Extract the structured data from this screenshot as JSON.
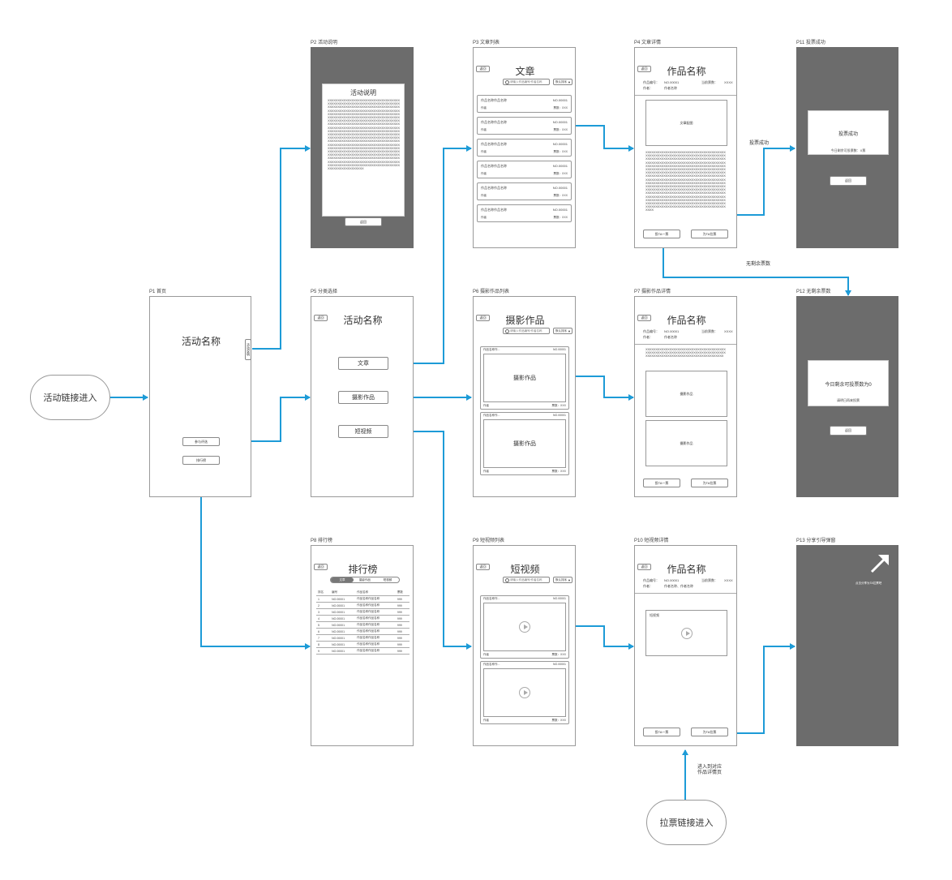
{
  "entry": {
    "activity_link": "活动链接进入",
    "vote_link": "拉票链接进入"
  },
  "connector_labels": {
    "vote_success": "投票成功",
    "no_votes": "无剩余票数",
    "enter_detail": "进入到对应\n作品详情页"
  },
  "p1": {
    "title": "P1 首页",
    "activity_name": "活动名称",
    "side_tab": "活动说明",
    "join_button": "参与评选",
    "rank_button": "排行榜"
  },
  "p2": {
    "title": "P2 活动说明",
    "heading": "活动说明",
    "body": "XXXXXXXXXXXXXXXXXXXXXXXXXXXXXXXXXXXXXXXXXXXXXXXXXXXXXXXXXXXXXXXXXXXXXXXXXXXXXXXXXXXXXXXXXXXXXXXXXXXXXXXXXXXXXXXXXXXXXXXXXXXXXXXXXXXXXXXXXXXXXXXXXXXXXXXXXXXXXXXXXXXXXXXXXXXXXXXXXXXXXXXXXXXXXXXXXXXXXXXXXXXXXXXXXXXXXXXXXXXXXXXXXXXXXXXXXXXXXXXXXXXXXXXXXXXXXXXXXXXXXXXXXXXXXXXXXXXXXXXXXXXXXXXXXXXXXXXXXXXXXXXXXXXXXXXXXXXXXXXXXXXXXXXXXXXXXXXXXXXXXXXXXXXXXXXXXXXXXXXXXXXXXXXXXXXXXXXXXXXXXXXXXXXXXXXXXXXXXXXXXXXXXXXXXXXXXXXXXXXXXXXXXXXXXXXXXXXXXXXXXXXXXXXXXXXXXXXXXXXXXXXXXXXXXXXXXXXXXXXXXXXXXXXXXXXXXXXXXXXXXXXXXXXXXXXXXXXXXXXXXXXXXXXXXXXXXXXXXXXXXXXXXXXXXXXXXXXXXXXXXXXXXXXXXXXXXXXXXXXXXXXXXXXXXXXXXXXXXXXXXXXXXXXXXXXXXXXXXXXXXXXXXXXXXXXXXXXXXXXXXXXXXXXXXXXXXXXXXXXXXXXXXXXXXXXXXXXXXXXXXXXXXXXXXXXXXXXXXXXXXXXXXXXXXXXXXXXXXXXXXXXXXXXXXXXXXXXXXX",
    "back": "返回"
  },
  "p3": {
    "title": "P3 文章列表",
    "back": "返回",
    "heading": "文章",
    "search_placeholder": "请输入作品编号/作者名称",
    "sort": "默认排序",
    "items": [
      {
        "name": "作品名称作品名称",
        "no": "NO.00001",
        "author": "作者",
        "votes": "票数：XXX"
      },
      {
        "name": "作品名称作品名称",
        "no": "NO.00001",
        "author": "作者",
        "votes": "票数：XXX"
      },
      {
        "name": "作品名称作品名称",
        "no": "NO.00001",
        "author": "作者",
        "votes": "票数：XXX"
      },
      {
        "name": "作品名称作品名称",
        "no": "NO.00001",
        "author": "作者",
        "votes": "票数：XXX"
      },
      {
        "name": "作品名称作品名称",
        "no": "NO.00001",
        "author": "作者",
        "votes": "票数：XXX"
      },
      {
        "name": "作品名称作品名称",
        "no": "NO.00001",
        "author": "作者",
        "votes": "票数：XXX"
      }
    ]
  },
  "p4": {
    "title": "P4 文章详情",
    "back": "返回",
    "heading": "作品名称",
    "no_label": "作品编号：",
    "no": "NO.00001",
    "author_label": "作者：",
    "author": "作者名称",
    "votes_label": "当前票数：",
    "votes": "XXXX",
    "image": "文章配图",
    "body": "XXXXXXXXXXXXXXXXXXXXXXXXXXXXXXXXXXXXXXXXXXXXXXXXXXXXXXXXXXXXXXXXXXXXXXXXXXXXXXXXXXXXXXXXXXXXXXXXXXXXXXXXXXXXXXXXXXXXXXXXXXXXXXXXXXXXXXXXXXXXXXXXXXXXXXXXXXXXXXXXXXXXXXXXXXXXXXXXXXXXXXXXXXXXXXXXXXXXXXXXXXXXXXXXXXXXXXXXXXXXXXXXXXXXXXXXXXXXXXXXXXXXXXXXXXXXXXXXXXXXXXXXXXXXXXXXXXXXXXXXXXXXXXXXXXXXXXXXXXXXXXXXXXXXXXXXXXXXXXXXXXXXXXXXXXXXXXXXXXXXXXXXXXXXXXXXXXXXXXXXXXXXXXXXXXXXXXXXXXXXXXXXXXXXXXXXXXXXXXXXXXXXXXXXXXXXXXXXXXXXXXXXXXXXXXXXXXXXXXXXXXXXXXXXXXXXXXXXXXXXXXXXXXXXXXXXXXXXXXXXXXXXXXXXXXXXXXXXXXXXXXXXXXXXXXXXXXXXXXXXXXXXXXXXXXXXXXXXXXXXXXXXXXXXXXXXXXXXXXXXXXXXXXXXXXXXXXXXXXXXXXXXXXXXXXXXXXXXXXXXXXXXXXXXXXXXXXXXXXXXXXXXXXXXXXXXXXXXXXXXXXXXXXXXXXXXXXXXXXXXXXXXXXXXXXXXXXXXXXXXXXXX",
    "vote_button": "投TA一票",
    "canvass_button": "为TA拉票"
  },
  "p5": {
    "title": "P5 分类选择",
    "back": "返回",
    "heading": "活动名称",
    "cat_article": "文章",
    "cat_photo": "摄影作品",
    "cat_video": "短视频"
  },
  "p6": {
    "title": "P6 摄影作品列表",
    "back": "返回",
    "heading": "摄影作品",
    "search_placeholder": "请输入作品编号/作者名称",
    "sort": "默认排序",
    "items": [
      {
        "name": "作品名称作...",
        "no": "NO.00001",
        "image": "摄影作品",
        "author": "作者",
        "votes": "票数：XXX"
      },
      {
        "name": "作品名称作...",
        "no": "NO.00001",
        "image": "摄影作品",
        "author": "作者",
        "votes": "票数：XXX"
      }
    ]
  },
  "p7": {
    "title": "P7 摄影作品详情",
    "back": "返回",
    "heading": "作品名称",
    "no_label": "作品编号：",
    "no": "NO.00001",
    "author_label": "作者：",
    "author": "作者名称",
    "votes_label": "当前票数：",
    "votes": "XXXX",
    "body": "XXXXXXXXXXXXXXXXXXXXXXXXXXXXXXXXXXXXXXXXXXXXXXXXXXXXXXXXXXXXXXXXXXXXXXXXXXXXXXXXXXXXXXXXXXXXXXXXXXXXXXXXXXXXXXXXXXXXXXX",
    "image1": "摄影作品",
    "image2": "摄影作品",
    "vote_button": "投TA一票",
    "canvass_button": "为TA拉票"
  },
  "p8": {
    "title": "P8 排行榜",
    "back": "返回",
    "heading": "排行榜",
    "tabs": [
      "文章",
      "摄影作品",
      "短视频"
    ],
    "headers": [
      "排名",
      "编号",
      "作品名称",
      "票数"
    ],
    "rows": [
      [
        "1",
        "NO.00001",
        "作品名称作品名称",
        "999"
      ],
      [
        "2",
        "NO.00001",
        "作品名称作品名称",
        "999"
      ],
      [
        "3",
        "NO.00001",
        "作品名称作品名称",
        "999"
      ],
      [
        "4",
        "NO.00001",
        "作品名称作品名称",
        "999"
      ],
      [
        "5",
        "NO.00001",
        "作品名称作品名称",
        "999"
      ],
      [
        "6",
        "NO.00001",
        "作品名称作品名称",
        "999"
      ],
      [
        "7",
        "NO.00001",
        "作品名称作品名称",
        "999"
      ],
      [
        "8",
        "NO.00001",
        "作品名称作品名称",
        "999"
      ],
      [
        "9",
        "NO.00001",
        "作品名称作品名称",
        "999"
      ]
    ]
  },
  "p9": {
    "title": "P9 短视频列表",
    "back": "返回",
    "heading": "短视频",
    "search_placeholder": "请输入作品编号/作者名称",
    "sort": "默认排序",
    "items": [
      {
        "name": "作品名称作...",
        "no": "NO.00001",
        "author": "作者",
        "votes": "票数：XXX"
      },
      {
        "name": "作品名称作...",
        "no": "NO.00001",
        "author": "作者",
        "votes": "票数：XXX"
      }
    ]
  },
  "p10": {
    "title": "P10 短视频详情",
    "back": "返回",
    "heading": "作品名称",
    "no_label": "作品编号：",
    "no": "NO.00001",
    "author_label": "作者：",
    "author": "作者名称、作者名称",
    "votes_label": "当前票数：",
    "votes": "XXXX",
    "video_label": "短视频",
    "vote_button": "投TA一票",
    "canvass_button": "为TA拉票"
  },
  "p11": {
    "title": "P11 投票成功",
    "heading": "投票成功",
    "remaining": "今日剩余可投票数：X票",
    "back": "返回"
  },
  "p12": {
    "title": "P12 无剩余票数",
    "heading": "今日剩余可投票数为0",
    "hint": "请明日再来投票",
    "back": "返回"
  },
  "p13": {
    "title": "P13 分享引导弹窗",
    "hint": "点击分享为TA拉票吧"
  }
}
